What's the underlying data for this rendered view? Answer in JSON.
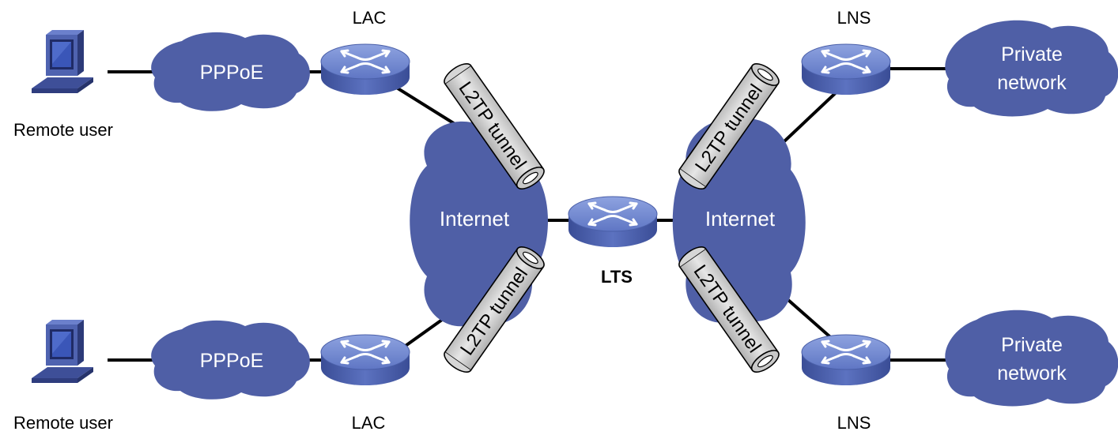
{
  "labels": {
    "lac_top": "LAC",
    "lac_bottom": "LAC",
    "lns_top": "LNS",
    "lns_bottom": "LNS",
    "lts": "LTS",
    "remote_user_top": "Remote user",
    "remote_user_bottom": "Remote user"
  },
  "clouds": {
    "pppoe_top": "PPPoE",
    "pppoe_bottom": "PPPoE",
    "internet_left": "Internet",
    "internet_right": "Internet",
    "private_top_line1": "Private",
    "private_top_line2": "network",
    "private_bottom_line1": "Private",
    "private_bottom_line2": "network"
  },
  "tunnels": {
    "left_top": "L2TP tunnel",
    "left_bottom": "L2TP tunnel",
    "right_top": "L2TP tunnel",
    "right_bottom": "L2TP tunnel"
  },
  "colors": {
    "cloud": "#4f5fa6",
    "router_body": "#4d62b0",
    "router_top": "#6f86cf",
    "tube": "#d4d4d4",
    "line": "#000000"
  }
}
